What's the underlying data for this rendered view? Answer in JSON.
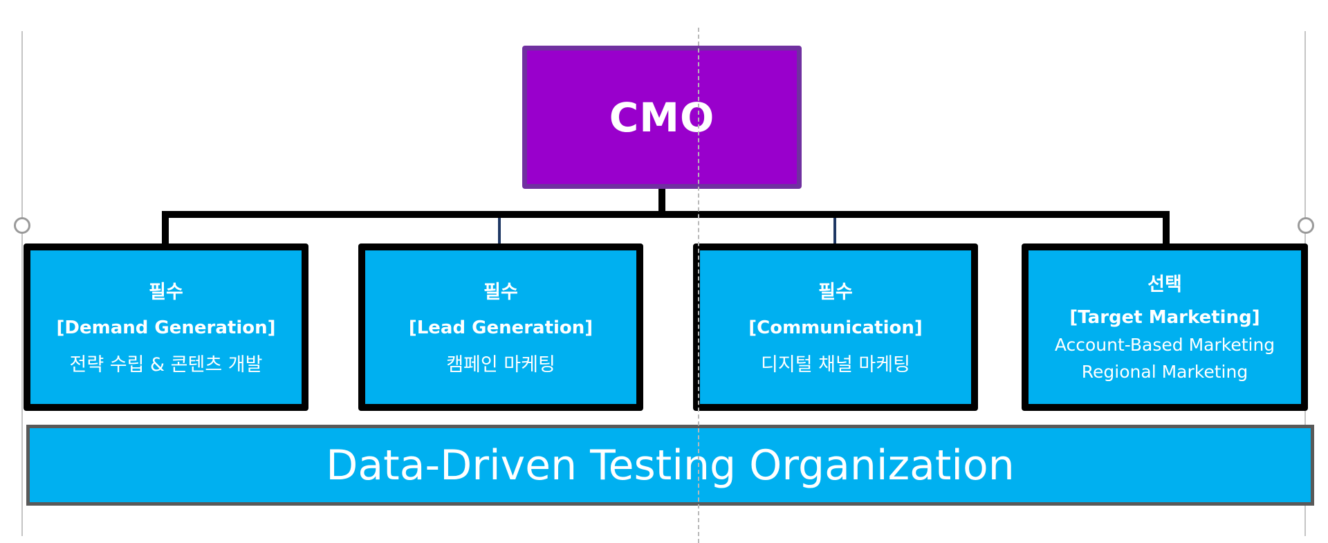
{
  "root": {
    "label": "CMO"
  },
  "functions": [
    {
      "level": "필수",
      "title": "[Demand Generation]",
      "description": "전략 수립 & 콘텐츠 개발"
    },
    {
      "level": "필수",
      "title": "[Lead Generation]",
      "description": "캠페인 마케팅"
    },
    {
      "level": "필수",
      "title": "[Communication]",
      "description": "디지털 채널 마케팅"
    },
    {
      "level": "선택",
      "title": "[Target Marketing]",
      "description": [
        "Account-Based Marketing",
        "Regional Marketing"
      ]
    }
  ],
  "foundation": {
    "label": "Data-Driven Testing Organization"
  },
  "colors": {
    "root_fill": "#9900cc",
    "root_border": "#7030a0",
    "box_fill": "#00b0f0",
    "box_border": "#000000",
    "banner_border": "#595959",
    "text": "#ffffff"
  }
}
